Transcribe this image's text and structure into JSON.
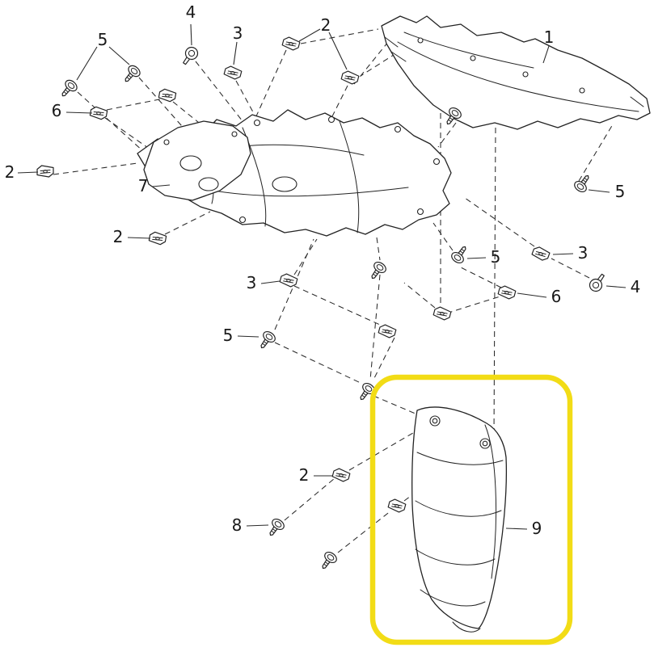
{
  "diagram": {
    "type": "exploded-parts-diagram",
    "background_color": "#ffffff",
    "line_color": "#232323",
    "highlight_color": "#f2dc16",
    "highlighted_part": "9",
    "part_numbers": [
      "1",
      "2",
      "3",
      "4",
      "5",
      "6",
      "7",
      "8",
      "9"
    ],
    "callouts": [
      {
        "text": "4"
      },
      {
        "text": "3"
      },
      {
        "text": "2"
      },
      {
        "text": "1"
      },
      {
        "text": "5"
      },
      {
        "text": "6"
      },
      {
        "text": "2"
      },
      {
        "text": "7"
      },
      {
        "text": "5"
      },
      {
        "text": "2"
      },
      {
        "text": "5"
      },
      {
        "text": "3"
      },
      {
        "text": "4"
      },
      {
        "text": "6"
      },
      {
        "text": "3"
      },
      {
        "text": "5"
      },
      {
        "text": "2"
      },
      {
        "text": "8"
      },
      {
        "text": "9"
      }
    ]
  }
}
